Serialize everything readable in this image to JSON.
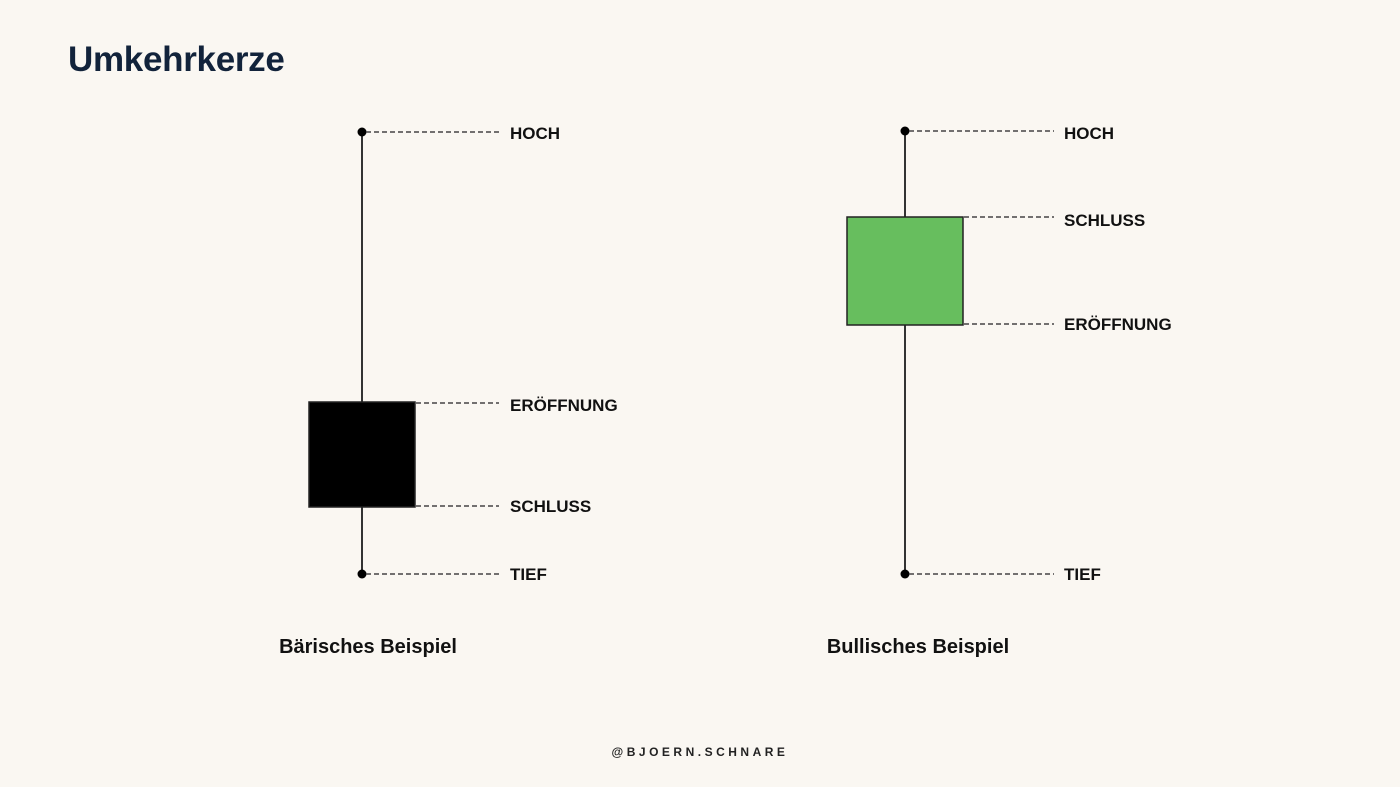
{
  "title": "Umkehrkerze",
  "handle": "@BJOERN.SCHNARE",
  "colors": {
    "background": "#faf7f2",
    "title": "#12233b",
    "line": "#333333",
    "bearish_body": "#000000",
    "bullish_body": "#67be5e"
  },
  "examples": [
    {
      "id": "bearish",
      "caption": "Bärisches Beispiel",
      "body_color": "#000000",
      "labels": {
        "high": "HOCH",
        "open": "ERÖFFNUNG",
        "close": "SCHLUSS",
        "low": "TIEF"
      }
    },
    {
      "id": "bullish",
      "caption": "Bullisches Beispiel",
      "body_color": "#67be5e",
      "labels": {
        "high": "HOCH",
        "close": "SCHLUSS",
        "open": "ERÖFFNUNG",
        "low": "TIEF"
      }
    }
  ]
}
